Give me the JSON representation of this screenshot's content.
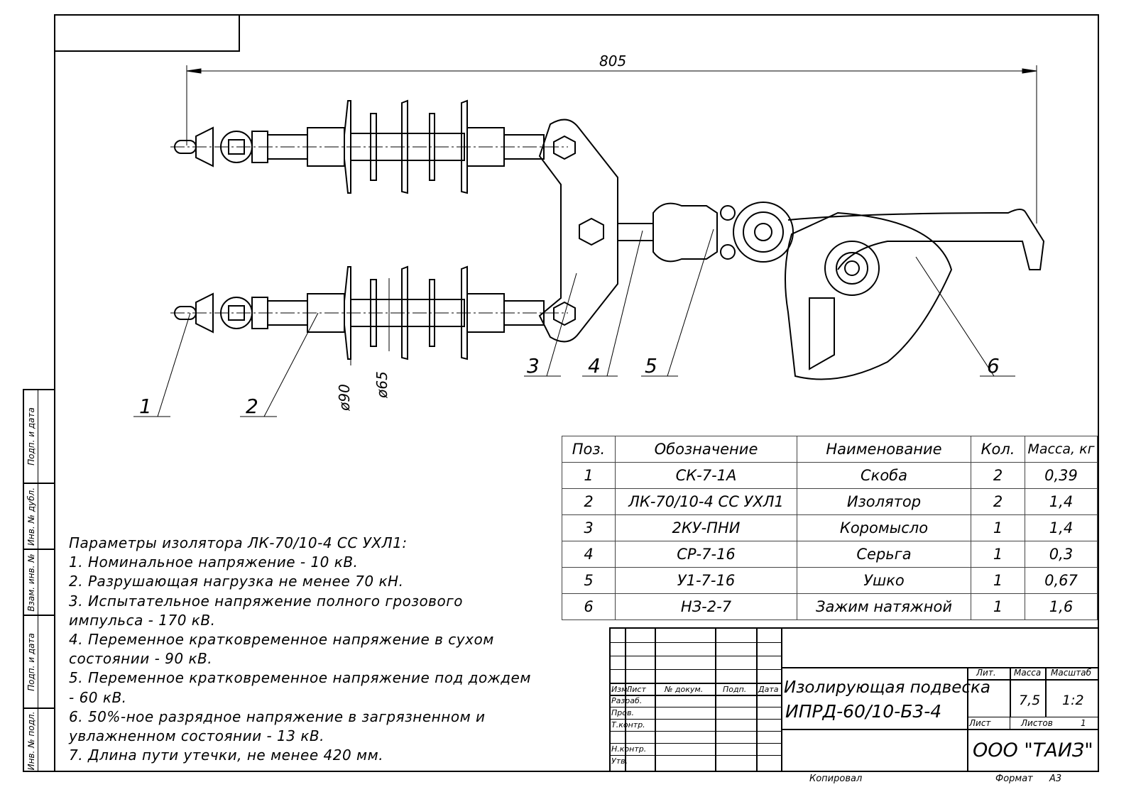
{
  "drawing": {
    "overall_dimension": "805",
    "diameter_outer": "ø90",
    "diameter_inner": "ø65",
    "callouts": [
      "1",
      "2",
      "3",
      "4",
      "5",
      "6"
    ]
  },
  "side_strip": [
    "Подп. и дата",
    "Инв. № дубл.",
    "Взам. инв. №",
    "Подп. и дата",
    "Инв. № подл."
  ],
  "spec_table": {
    "headers": [
      "Поз.",
      "Обозначение",
      "Наименование",
      "Кол.",
      "Масса, кг"
    ],
    "rows": [
      [
        "1",
        "СК-7-1А",
        "Скоба",
        "2",
        "0,39"
      ],
      [
        "2",
        "ЛК-70/10-4 СС УХЛ1",
        "Изолятор",
        "2",
        "1,4"
      ],
      [
        "3",
        "2КУ-ПНИ",
        "Коромысло",
        "1",
        "1,4"
      ],
      [
        "4",
        "СР-7-16",
        "Серьга",
        "1",
        "0,3"
      ],
      [
        "5",
        "У1-7-16",
        "Ушко",
        "1",
        "0,67"
      ],
      [
        "6",
        "НЗ-2-7",
        "Зажим натяжной",
        "1",
        "1,6"
      ]
    ]
  },
  "notes": [
    "Параметры изолятора ЛК-70/10-4 СС УХЛ1:",
    "1. Номинальное напряжение - 10 кВ.",
    "2. Разрушающая нагрузка не менее 70 кН.",
    "3. Испытательное напряжение полного грозового",
    "импульса - 170 кВ.",
    "4. Переменное кратковременное напряжение  в сухом",
    "состоянии - 90 кВ.",
    "5. Переменное кратковременное напряжение под дождем",
    "- 60 кВ.",
    "6. 50%-ное разрядное напряжение в загрязненном и",
    "увлажненном состоянии - 13 кВ.",
    "7. Длина пути утечки, не менее 420 мм."
  ],
  "title_block": {
    "col_headers": [
      "Изм.",
      "Лист",
      "№ докум.",
      "Подп.",
      "Дата"
    ],
    "roles": [
      "Разраб.",
      "Пров.",
      "Т.контр.",
      "",
      "Н.контр.",
      "Утв."
    ],
    "title_line1": "Изолирующая подвеска",
    "title_line2": "ИПРД-60/10-Б3-4",
    "lit_label": "Лит.",
    "mass_label": "Масса",
    "scale_label": "Масштаб",
    "mass": "7,5",
    "scale": "1:2",
    "sheet_label": "Лист",
    "sheets_label": "Листов",
    "sheets": "1",
    "company": "ООО \"ТАИЗ\""
  },
  "footer": {
    "copied": "Копировал",
    "format_label": "Формат",
    "format": "А3"
  }
}
